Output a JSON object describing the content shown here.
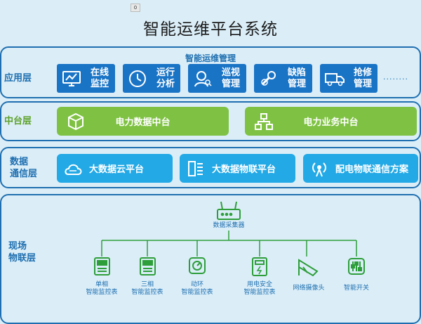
{
  "badge": "0",
  "title": "智能运维平台系统",
  "layers": {
    "app": "应用层",
    "middle": "中台层",
    "data": "数据\n通信层",
    "field": "现场\n物联层"
  },
  "app_layer": {
    "subtitle": "智能运维管理",
    "buttons": [
      {
        "label": "在线监控",
        "icon": "monitor-chart-icon"
      },
      {
        "label": "运行分析",
        "icon": "gauge-clock-icon"
      },
      {
        "label": "巡视管理",
        "icon": "person-search-icon"
      },
      {
        "label": "缺陷管理",
        "icon": "wrench-gear-icon"
      },
      {
        "label": "抢修管理",
        "icon": "truck-icon"
      }
    ],
    "ellipsis": "........"
  },
  "middle_layer": {
    "buttons": [
      {
        "label": "电力数据中台",
        "icon": "cube-icon"
      },
      {
        "label": "电力业务中台",
        "icon": "org-chart-icon"
      }
    ]
  },
  "data_layer": {
    "buttons": [
      {
        "label": "大数据云平台",
        "icon": "cloud-sliders-icon"
      },
      {
        "label": "大数据物联平台",
        "icon": "server-list-icon"
      },
      {
        "label": "配电物联通信方案",
        "icon": "antenna-icon"
      }
    ]
  },
  "field_layer": {
    "hub": "数据采集器",
    "devices": [
      {
        "label": "单相\n智能监控表",
        "icon": "single-phase-meter-icon"
      },
      {
        "label": "三相\n智能监控表",
        "icon": "three-phase-meter-icon"
      },
      {
        "label": "动环\n智能监控表",
        "icon": "environment-gauge-icon"
      },
      {
        "label": "用电安全\n智能监控表",
        "icon": "safety-meter-icon"
      },
      {
        "label": "网络摄像头",
        "icon": "camera-icon"
      },
      {
        "label": "智能开关",
        "icon": "smart-switch-icon"
      }
    ]
  },
  "colors": {
    "blue": "#1a74c6",
    "green": "#7fc243",
    "cyan": "#22a9e6",
    "border": "#1f6fb0",
    "background": "#dbeef8"
  }
}
